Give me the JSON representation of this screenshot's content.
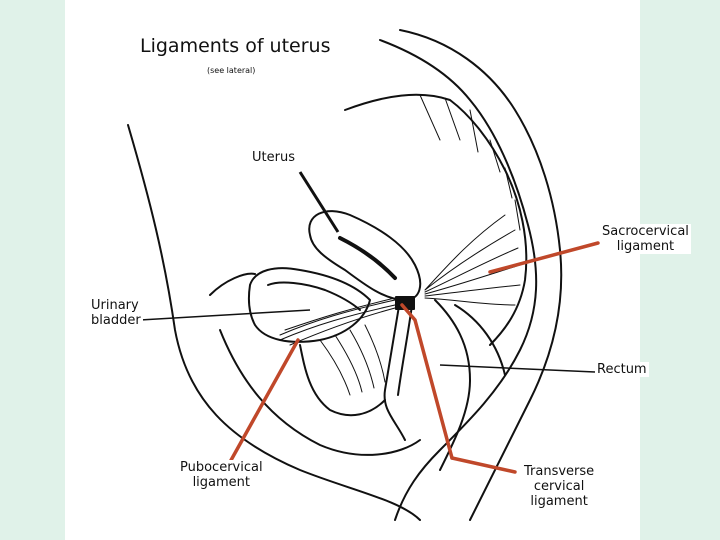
{
  "title": "Ligaments of uterus",
  "subtitle": "(see lateral)",
  "labels": {
    "uterus": "Uterus",
    "sacrocervical": "Sacrocervical\nligament",
    "urinary_bladder": "Urinary\nbladder",
    "rectum": "Rectum",
    "pubocervical": "Pubocervical\nligament",
    "transverse_cervical": "Transverse\ncervical\nligament"
  },
  "colors": {
    "background": "#e0f2e9",
    "panel": "#ffffff",
    "pointer_red": "#c0482a",
    "line_art": "#111111"
  }
}
